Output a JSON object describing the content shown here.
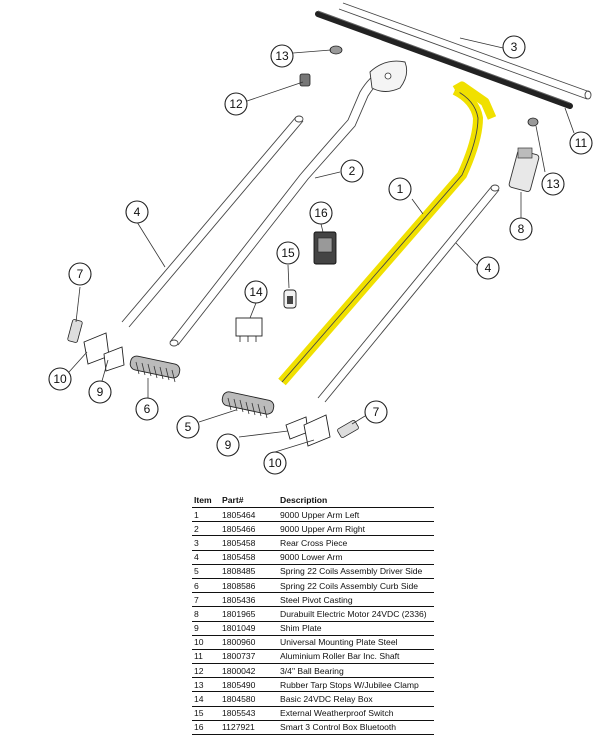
{
  "callouts": {
    "c1": "1",
    "c2": "2",
    "c3": "3",
    "c4a": "4",
    "c4b": "4",
    "c5": "5",
    "c6": "6",
    "c7a": "7",
    "c7b": "7",
    "c8": "8",
    "c9a": "9",
    "c9b": "9",
    "c10a": "10",
    "c10b": "10",
    "c11": "11",
    "c12": "12",
    "c13a": "13",
    "c13b": "13",
    "c14": "14",
    "c15": "15",
    "c16": "16"
  },
  "highlight_color": "#f0e000",
  "table": {
    "headers": {
      "item": "Item",
      "part": "Part#",
      "description": "Description"
    },
    "rows": [
      {
        "item": "1",
        "part": "1805464",
        "description": "9000 Upper Arm Left"
      },
      {
        "item": "2",
        "part": "1805466",
        "description": "9000 Upper Arm Right"
      },
      {
        "item": "3",
        "part": "1805458",
        "description": "Rear Cross Piece"
      },
      {
        "item": "4",
        "part": "1805458",
        "description": "9000 Lower Arm"
      },
      {
        "item": "5",
        "part": "1808485",
        "description": "Spring 22 Coils Assembly Driver Side"
      },
      {
        "item": "6",
        "part": "1808586",
        "description": "Spring 22 Coils Assembly Curb Side"
      },
      {
        "item": "7",
        "part": "1805436",
        "description": "Steel Pivot Casting"
      },
      {
        "item": "8",
        "part": "1801965",
        "description": "Durabuilt Electric Motor 24VDC (2336)"
      },
      {
        "item": "9",
        "part": "1801049",
        "description": "Shim Plate"
      },
      {
        "item": "10",
        "part": "1800960",
        "description": "Universal Mounting Plate Steel"
      },
      {
        "item": "11",
        "part": "1800737",
        "description": "Aluminium Roller Bar Inc. Shaft"
      },
      {
        "item": "12",
        "part": "1800042",
        "description": "3/4\" Ball Bearing"
      },
      {
        "item": "13",
        "part": "1805490",
        "description": "Rubber Tarp Stops W/Jubilee Clamp"
      },
      {
        "item": "14",
        "part": "1804580",
        "description": "Basic 24VDC Relay Box"
      },
      {
        "item": "15",
        "part": "1805543",
        "description": "External Weatherproof Switch"
      },
      {
        "item": "16",
        "part": "1127921",
        "description": "Smart 3 Control Box Bluetooth"
      }
    ]
  }
}
